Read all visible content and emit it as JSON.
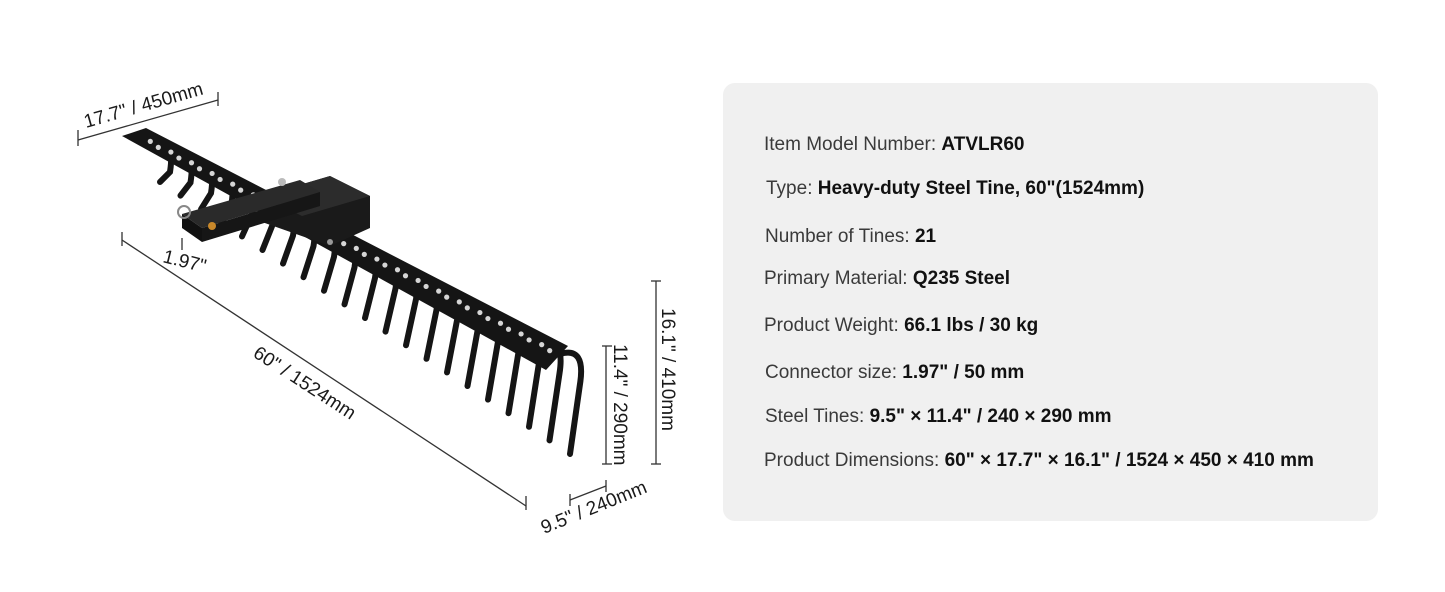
{
  "dimensions": {
    "width": "17.7\" / 450mm",
    "connector": "1.97\"",
    "length": "60\" / 1524mm",
    "tine_height": "11.4\" / 290mm",
    "total_height": "16.1\" / 410mm",
    "tine_depth": "9.5\" / 240mm"
  },
  "specs": [
    {
      "label": "Item Model Number: ",
      "value": "ATVLR60"
    },
    {
      "label": "Type: ",
      "value": "Heavy-duty Steel Tine, 60\"(1524mm)"
    },
    {
      "label": "Number of Tines: ",
      "value": "21"
    },
    {
      "label": "Primary Material: ",
      "value": "Q235 Steel"
    },
    {
      "label": "Product Weight: ",
      "value": "66.1 lbs / 30 kg"
    },
    {
      "label": "Connector size: ",
      "value": "1.97\" / 50 mm"
    },
    {
      "label": "Steel Tines: ",
      "value": "9.5\" × 11.4\" / 240 × 290 mm"
    },
    {
      "label": "Product Dimensions: ",
      "value": "60\" × 17.7\" × 16.1\" / 1524 × 450 × 410 mm"
    }
  ],
  "colors": {
    "card_background": "#f0f0f0",
    "steel": "#151515"
  }
}
